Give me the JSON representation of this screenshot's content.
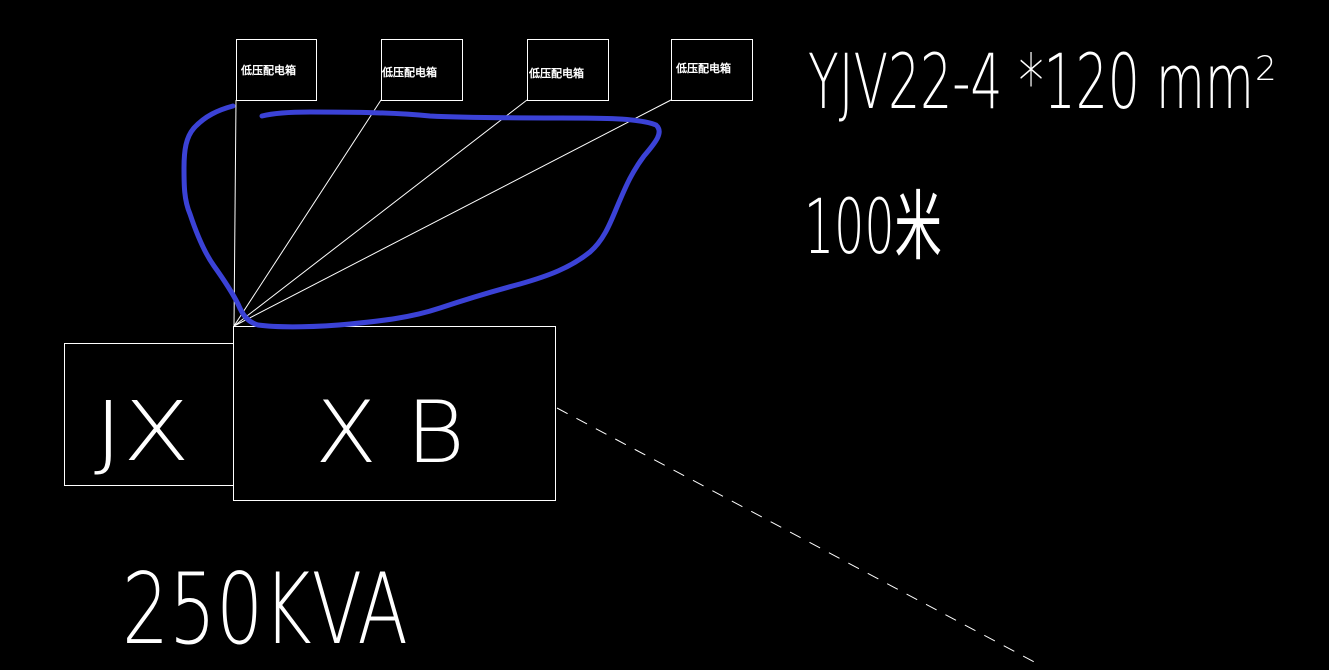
{
  "drawing": {
    "background_color": "#000000",
    "line_color": "#ffffff",
    "annotation_color": "#3b42d6"
  },
  "distribution_boxes": [
    {
      "label": "低压配电箱"
    },
    {
      "label": "低压配电箱"
    },
    {
      "label": "低压配电箱"
    },
    {
      "label": "低压配电箱"
    }
  ],
  "cable_spec": {
    "prefix": "YJV22-4 *120 mm",
    "superscript": "2",
    "length": "100米"
  },
  "transformer": {
    "left_block_label": "JX",
    "main_block_label": "X B",
    "capacity": "250KVA"
  }
}
